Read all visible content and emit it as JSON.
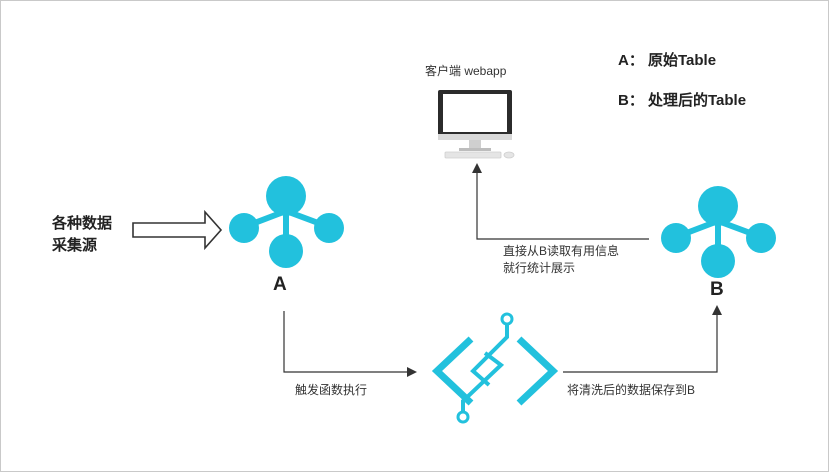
{
  "legend": {
    "a": "A： 原始Table",
    "b": "B： 处理后的Table"
  },
  "client": {
    "label": "客户端 webapp"
  },
  "source": {
    "line1": "各种数据",
    "line2": "采集源"
  },
  "nodes": {
    "a": "A",
    "b": "B"
  },
  "edges": {
    "trigger": "触发函数执行",
    "save": "将清洗后的数据保存到B",
    "read_line1": "直接从B读取有用信息",
    "read_line2": "就行统计展示"
  },
  "colors": {
    "cyan": "#22c1dd",
    "line": "#333333"
  },
  "icons": [
    "node-cluster-icon",
    "computer-monitor-icon",
    "function-compute-icon",
    "hollow-arrow-icon"
  ]
}
